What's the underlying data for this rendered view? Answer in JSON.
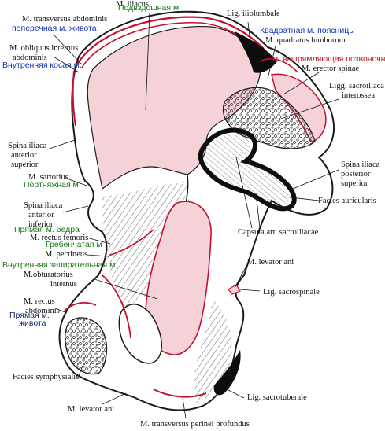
{
  "labels": {
    "m_iliacus": "M. iliacus",
    "podvzdoshnaya": "Подвздошная м.",
    "lig_iliolumbale": "Lig. iliolumbale",
    "m_transversus_abdominis": "M. transversus abdominis",
    "poperechnaya": "поперечная м. живота",
    "m_obliquus_internus_1": "M. obliquus internus",
    "m_obliquus_internus_2": "abdominis",
    "vnutrennyaya_kosaya": "Внутренняя косая м.",
    "kvadratnaya": "Квадратная м. поясницы",
    "m_quadratus": "M. quadratus lumborum",
    "vypryamlyayushchaya": "м. выпрямляющая позвоночник",
    "m_erector": "M. erector spinae",
    "ligg_sacroiliaca_1": "Ligg. sacroiliaca",
    "ligg_sacroiliaca_2": "interossea",
    "spina_ant_sup_1": "Spina iliaca",
    "spina_ant_sup_2": "anterior",
    "spina_ant_sup_3": "superior",
    "m_sartorius": "M. sartorius",
    "portnyazhnaya": "Портняжная м",
    "spina_post_sup_1": "Spina iliaca",
    "spina_post_sup_2": "posterior",
    "spina_post_sup_3": "superior",
    "facies_auricularis": "Facies auricularis",
    "spina_ant_inf_1": "Spina iliaca",
    "spina_ant_inf_2": "anterior",
    "spina_ant_inf_3": "inferior",
    "pryamaya_bedra": "Прямая м. бедра",
    "m_rectus_femoris": "M. rectus femoris",
    "grebenchataya": "Гребенчатая м",
    "m_pectineus": "M. pectineus",
    "capsula": "Capsula art. sacroiliacae",
    "vnutrennyaya_zapiratelnaya": "Внутренняя запирательная м",
    "m_obturatorius_1": "M.obturatorius",
    "m_obturatorius_2": "internus",
    "m_levator_ani_top": "M. levator ani",
    "lig_sacrospinale": "Lig. sacrospinale",
    "m_rectus_abd_1": "M. rectus",
    "m_rectus_abd_2": "abdominis",
    "pryamaya_zhivota_1": "Прямая м.",
    "pryamaya_zhivota_2": "живота",
    "facies_symphysialis": "Facies symphysialis",
    "lig_sacrotuberale": "Lig. sacrotuberale",
    "m_levator_ani_bottom": "M. levator ani",
    "m_transversus_perinei": "M. transversus perinei profundus"
  },
  "colors": {
    "muscle_fill": "#f4d2d8",
    "muscle_line": "#c8102e",
    "bone_outline": "#1a1a1a",
    "ligament_black": "#0d0d0d",
    "latin_text": "#111111",
    "ru_green": "#1a7a1a",
    "ru_blue": "#1530b8",
    "ru_red": "#c01818"
  }
}
